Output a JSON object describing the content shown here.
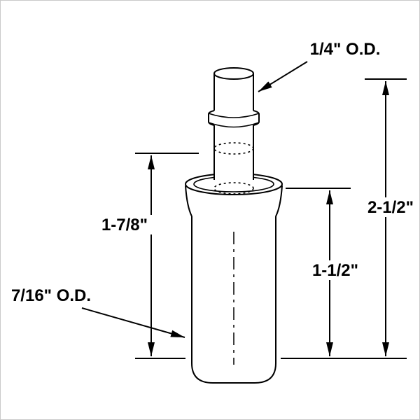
{
  "diagram": {
    "labels": {
      "top_od": "1/4\" O.D.",
      "overall_height": "2-1/2\"",
      "upper_length": "1-7/8\"",
      "body_length": "1-1/2\"",
      "body_od": "7/16\" O.D."
    },
    "colors": {
      "line": "#000000",
      "background": "#ffffff"
    }
  }
}
